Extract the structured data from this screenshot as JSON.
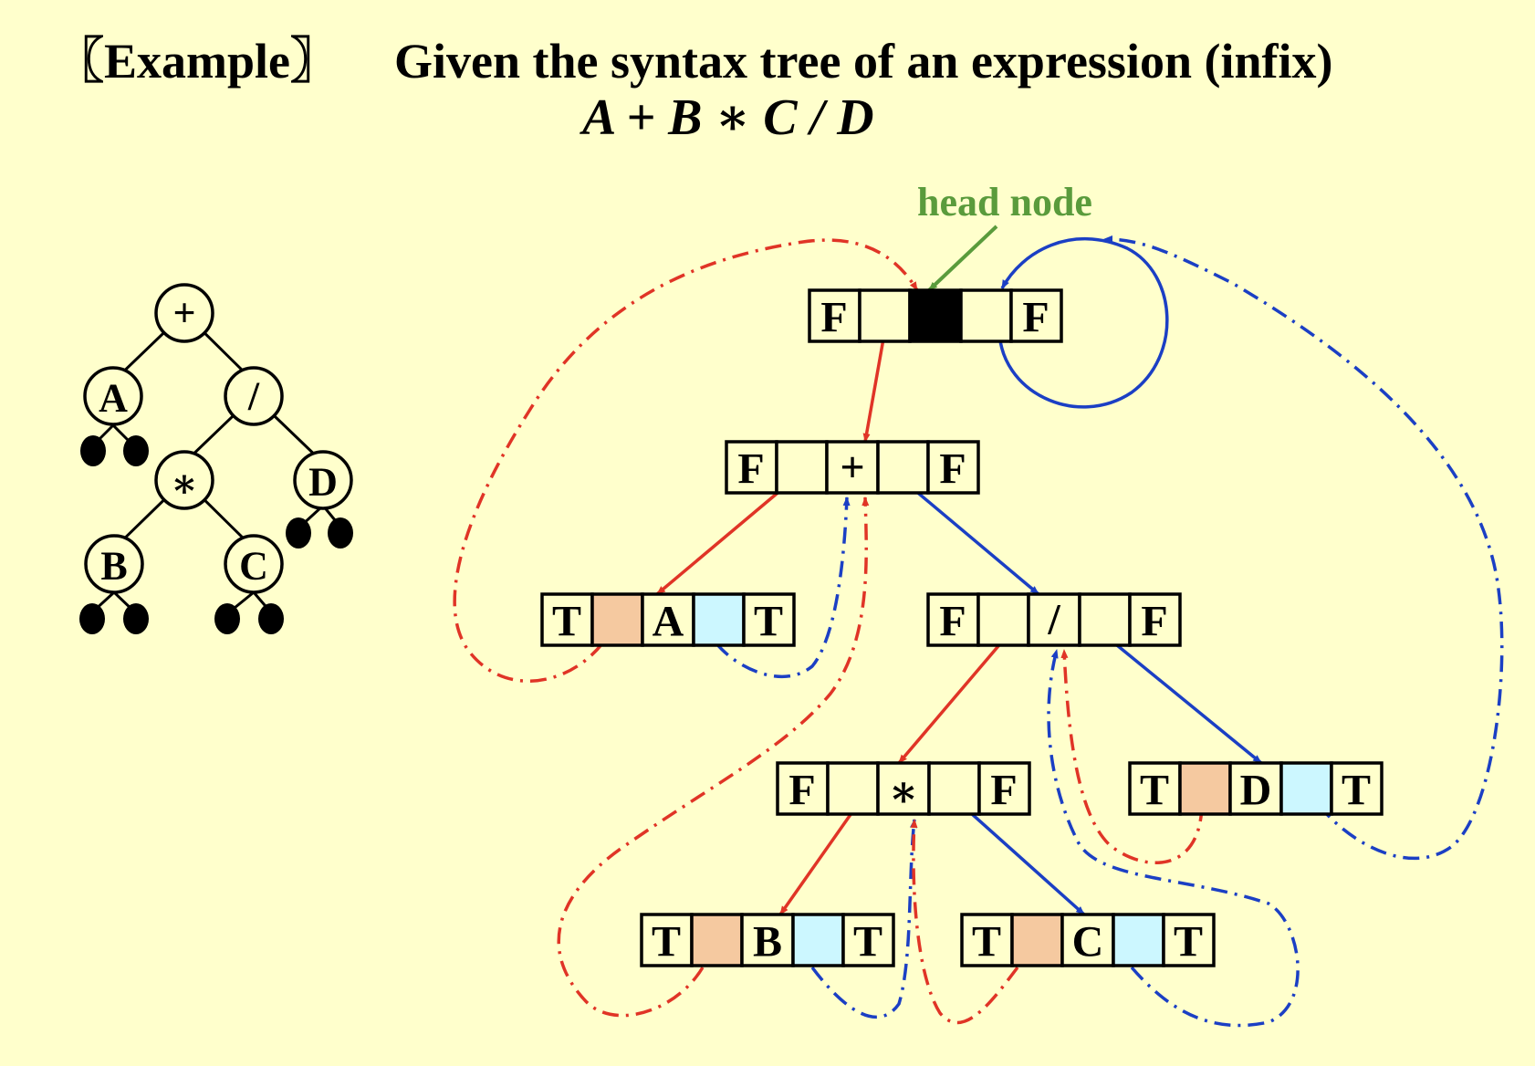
{
  "title": {
    "prefix": "〖Example〗",
    "text": "Given the syntax tree of an expression (infix)"
  },
  "expression": "A + B ∗ C / D",
  "head_label": "head node",
  "colors": {
    "background": "#FFFFCC",
    "thread_red": "#E03426",
    "thread_blue": "#1B3FC4",
    "head_green": "#5A9B3C",
    "left_thread_fill": "#F5C9A0",
    "right_thread_fill": "#CCF7FF",
    "head_fill": "#000000"
  },
  "syntax_tree": {
    "nodes": [
      {
        "id": "root",
        "label": "+"
      },
      {
        "id": "a",
        "label": "A"
      },
      {
        "id": "div",
        "label": "/"
      },
      {
        "id": "mul",
        "label": "∗"
      },
      {
        "id": "d",
        "label": "D"
      },
      {
        "id": "b",
        "label": "B"
      },
      {
        "id": "c",
        "label": "C"
      }
    ]
  },
  "threaded_nodes": [
    {
      "id": "head",
      "cells": [
        "F",
        "",
        "",
        "",
        "F"
      ]
    },
    {
      "id": "plus",
      "cells": [
        "F",
        "",
        "+",
        "",
        "F"
      ]
    },
    {
      "id": "A",
      "cells": [
        "T",
        "",
        "A",
        "",
        "T"
      ]
    },
    {
      "id": "slash",
      "cells": [
        "F",
        "",
        "/",
        "",
        "F"
      ]
    },
    {
      "id": "star",
      "cells": [
        "F",
        "",
        "∗",
        "",
        "F"
      ]
    },
    {
      "id": "D",
      "cells": [
        "T",
        "",
        "D",
        "",
        "T"
      ]
    },
    {
      "id": "B",
      "cells": [
        "T",
        "",
        "B",
        "",
        "T"
      ]
    },
    {
      "id": "C",
      "cells": [
        "T",
        "",
        "C",
        "",
        "T"
      ]
    }
  ]
}
